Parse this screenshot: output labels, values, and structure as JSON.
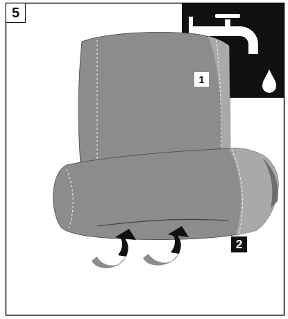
{
  "diagram": {
    "labels": [
      "5",
      "1",
      "2"
    ]
  }
}
